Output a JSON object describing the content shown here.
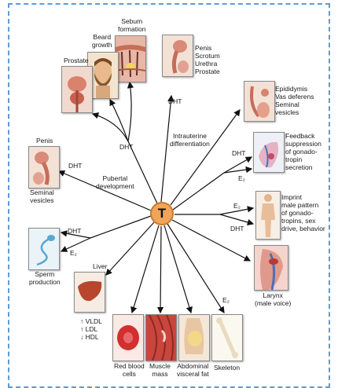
{
  "hub": "T",
  "labels": {
    "sebum": "Sebum\nformation",
    "beard": "Beard\ngrowth",
    "prostate": "Prostate",
    "penis_top": "Penis\nScrotum\nUrethra\nProstate",
    "dht_top_left": "DHT",
    "dht_top": "DHT",
    "intrauterine": "Intrauterine\ndifferentiation",
    "epididymis": "Epididymis\nVas deferens\nSeminal\nvesicles",
    "feedback": "Feedback\nsuppression\nof gonado-\ntropin\nsecretion",
    "dht_feedback": "DHT",
    "e2_feedback": "E₂",
    "penis_left": "Penis",
    "dht_penis": "DHT",
    "seminal_left": "Seminal\nvesicles",
    "pubertal": "Pubertal\ndevelopment",
    "e2_imprint": "E₂",
    "dht_imprint": "DHT",
    "imprint": "Imprint\nmale pattern\nof gonado-\ntropins, sex\ndrive, behavior",
    "dht_sperm": "DHT",
    "e2_sperm": "E₂",
    "sperm": "Sperm\nproduction",
    "liver": "Liver",
    "lipids": "↑ VLDL\n↑ LDL\n↓ HDL",
    "larynx": "Larynx\n(male voice)",
    "e2_skeleton": "E₂",
    "rbc": "Red blood\ncells",
    "muscle": "Muscle\nmass",
    "abdominal": "Abdominal\nvisceral fat",
    "skeleton": "Skeleton"
  }
}
